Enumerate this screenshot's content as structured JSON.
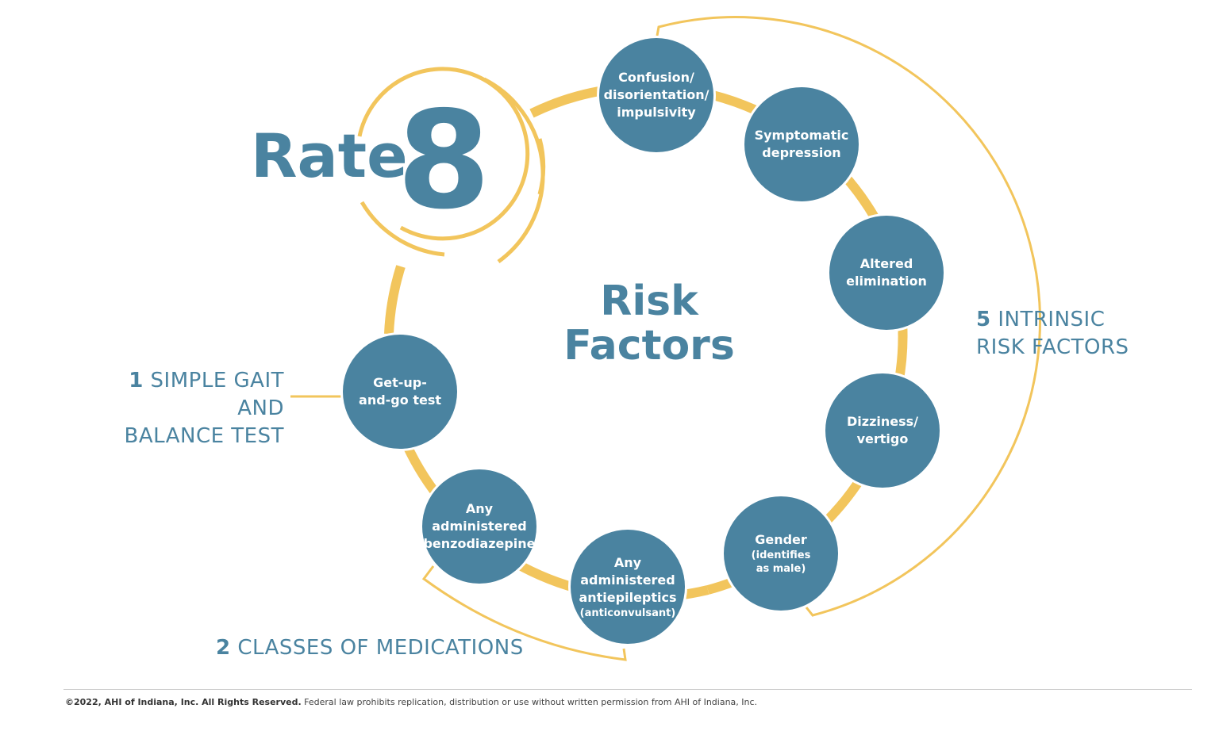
{
  "title": {
    "rate": "Rate",
    "number": "8"
  },
  "center": {
    "text": "Risk\nFactors"
  },
  "nodes": [
    {
      "main": "Confusion/\ndisorientation/\nimpulsivity",
      "sub": ""
    },
    {
      "main": "Symptomatic\ndepression",
      "sub": ""
    },
    {
      "main": "Altered\nelimination",
      "sub": ""
    },
    {
      "main": "Dizziness/\nvertigo",
      "sub": ""
    },
    {
      "main": "Gender",
      "sub": "(identifies\nas male)"
    },
    {
      "main": "Any\nadministered\nantiepileptics",
      "sub": "(anticonvulsant)"
    },
    {
      "main": "Any\nadministered\nbenzodiazepine",
      "sub": ""
    },
    {
      "main": "Get-up-\nand-go test",
      "sub": ""
    }
  ],
  "labels": {
    "intrinsic": {
      "num": "5",
      "text": " INTRINSIC\nRISK FACTORS"
    },
    "gait": {
      "num": "1",
      "text": " SIMPLE GAIT AND\nBALANCE TEST"
    },
    "medications": {
      "num": "2",
      "text": " CLASSES OF MEDICATIONS"
    }
  },
  "footer": {
    "bold": "©2022, AHI of Indiana, Inc. All Rights Reserved.",
    "text": " Federal law prohibits replication, distribution or use without written permission from AHI of Indiana, Inc."
  },
  "colors": {
    "accent": "#f2c55c",
    "primary": "#4a83a0"
  }
}
